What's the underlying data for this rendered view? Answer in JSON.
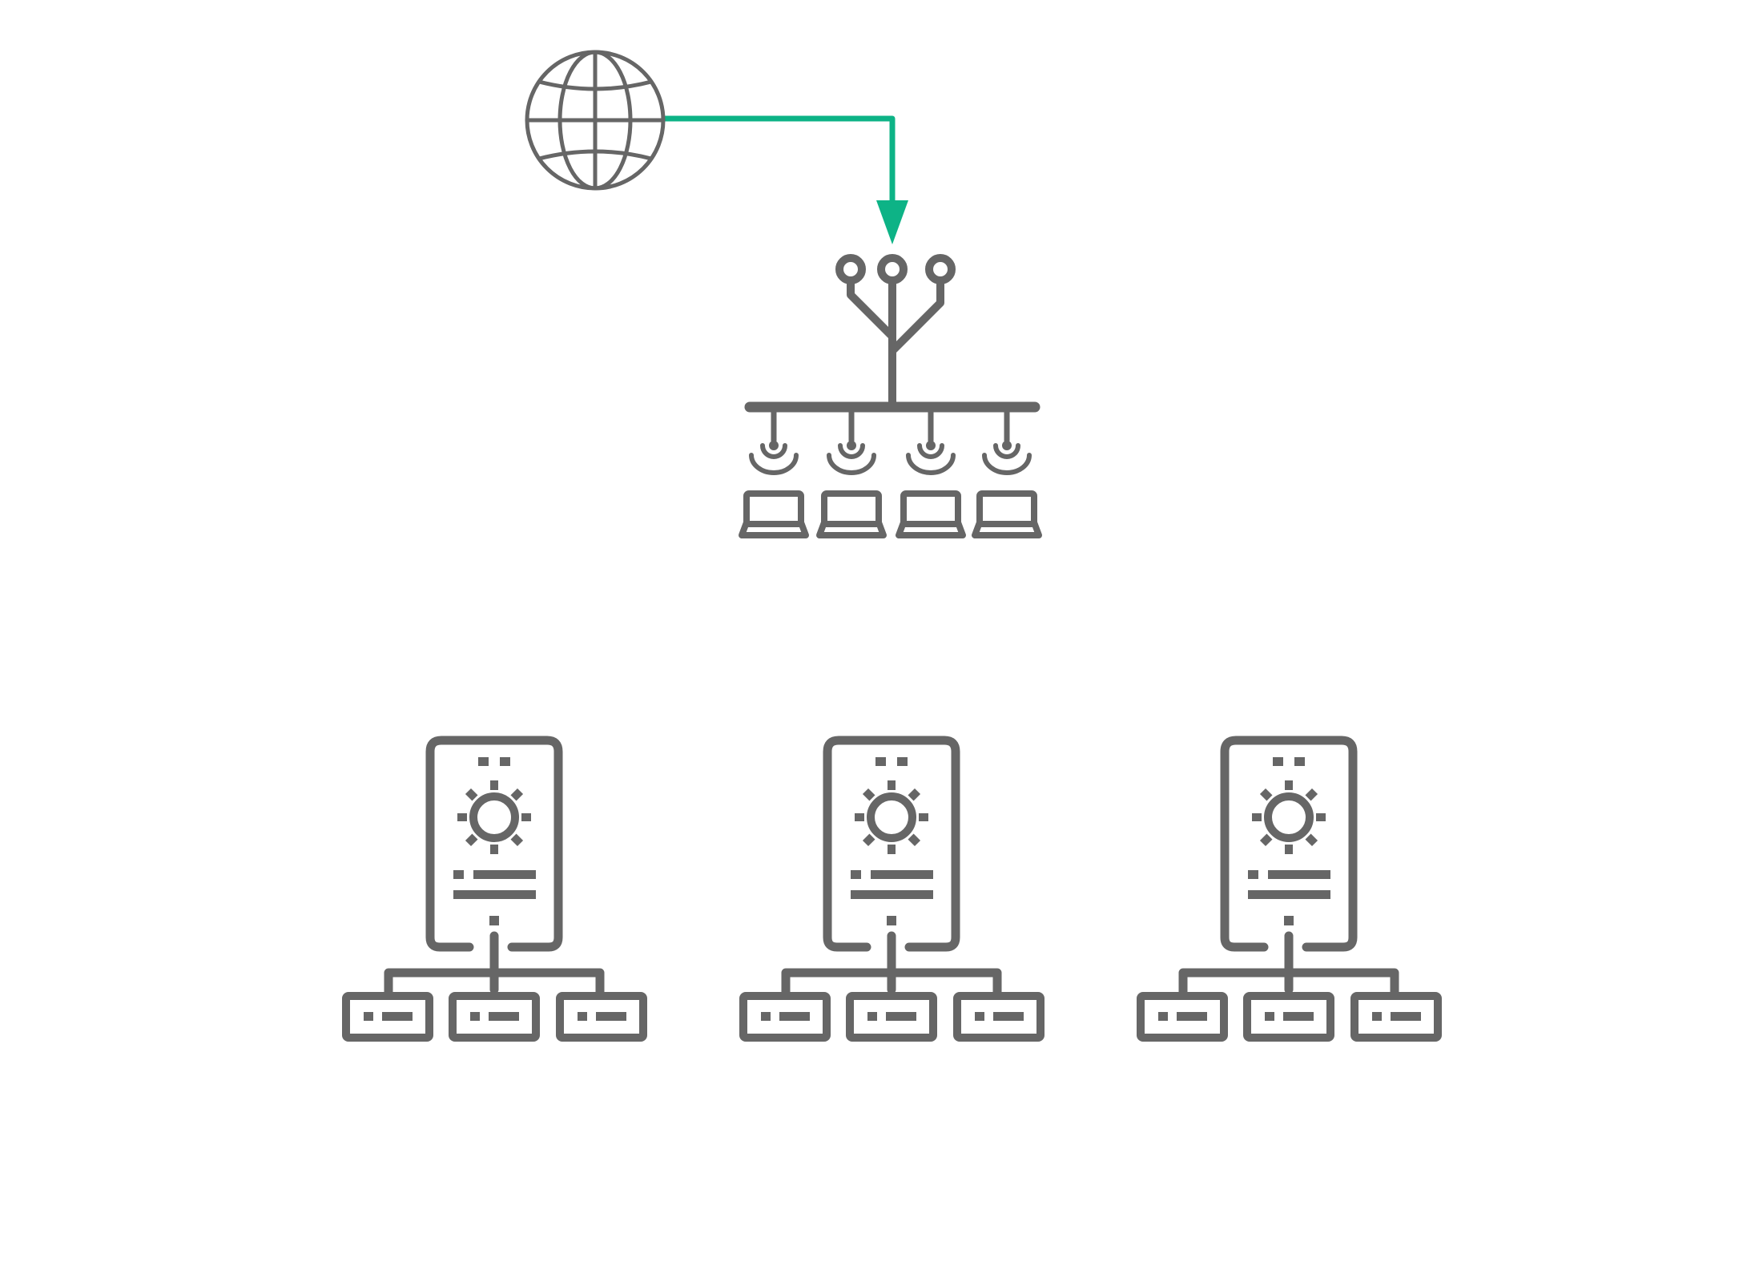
{
  "colors": {
    "icon": "#666666",
    "connector": "#0db386",
    "background": "#ffffff"
  },
  "nodes": [
    {
      "id": "internet",
      "icon": "globe-icon"
    },
    {
      "id": "access-network",
      "icon": "network-hub-icon",
      "client_count": 4,
      "antenna_count": 3
    },
    {
      "id": "server-group-1",
      "icon": "server-cluster-icon",
      "host_count": 3
    },
    {
      "id": "server-group-2",
      "icon": "server-cluster-icon",
      "host_count": 3
    },
    {
      "id": "server-group-3",
      "icon": "server-cluster-icon",
      "host_count": 3
    }
  ],
  "edges": [
    {
      "from": "internet",
      "to": "access-network",
      "style": "elbow",
      "arrow": "end",
      "color": "#0db386"
    }
  ]
}
